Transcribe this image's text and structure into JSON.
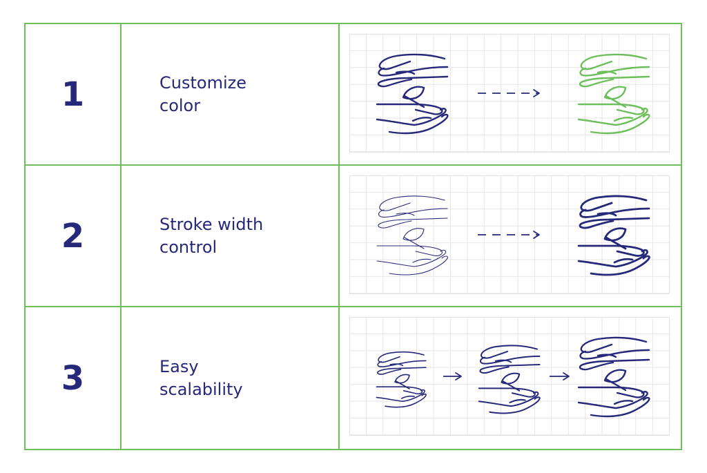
{
  "rows": [
    {
      "number": "1",
      "label_line1": "Customize",
      "label_line2": "color"
    },
    {
      "number": "2",
      "label_line1": "Stroke width",
      "label_line2": "control"
    },
    {
      "number": "3",
      "label_line1": "Easy",
      "label_line2": "scalability"
    }
  ],
  "colors": {
    "border": "#6cbf5b",
    "text": "#26287a",
    "icon_default": "#26287a",
    "icon_customized": "#6cbf5b",
    "grid": "#e6e6e6"
  },
  "icons": {
    "illustration": "hands-holding-leaf-icon",
    "transition": "arrow-right-icon"
  }
}
